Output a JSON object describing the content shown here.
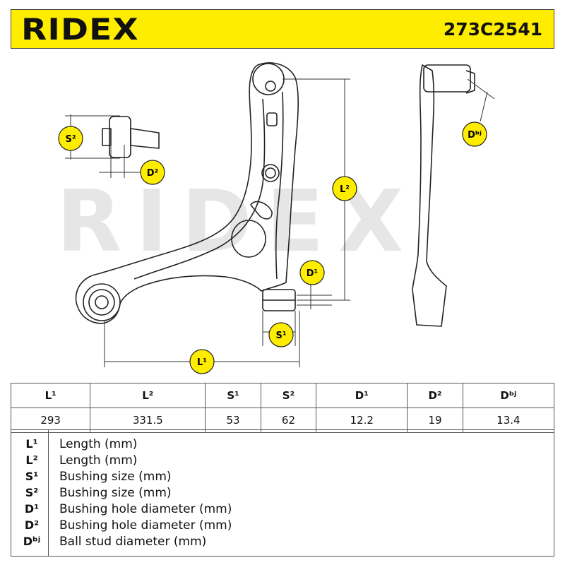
{
  "brand": "RIDEX",
  "part_number": "273C2541",
  "watermark": "RIDEX",
  "colors": {
    "brand_yellow": "#ffed00",
    "line": "#222222",
    "watermark": "#e6e6e6"
  },
  "dimension_badges": {
    "L1": "L¹",
    "L2": "L²",
    "S1": "S¹",
    "S2": "S²",
    "D1": "D¹",
    "D2": "D²",
    "Dbj": "Dᵇʲ"
  },
  "table": {
    "headers": [
      "L¹",
      "L²",
      "S¹",
      "S²",
      "D¹",
      "D²",
      "Dᵇʲ"
    ],
    "values": [
      "293",
      "331.5",
      "53",
      "62",
      "12.2",
      "19",
      "13.4"
    ]
  },
  "legend": [
    {
      "symbol": "L¹",
      "text": "Length (mm)"
    },
    {
      "symbol": "L²",
      "text": "Length (mm)"
    },
    {
      "symbol": "S¹",
      "text": "Bushing size (mm)"
    },
    {
      "symbol": "S²",
      "text": "Bushing size (mm)"
    },
    {
      "symbol": "D¹",
      "text": "Bushing hole diameter (mm)"
    },
    {
      "symbol": "D²",
      "text": "Bushing hole diameter (mm)"
    },
    {
      "symbol": "Dᵇʲ",
      "text": "Ball stud diameter (mm)"
    }
  ]
}
